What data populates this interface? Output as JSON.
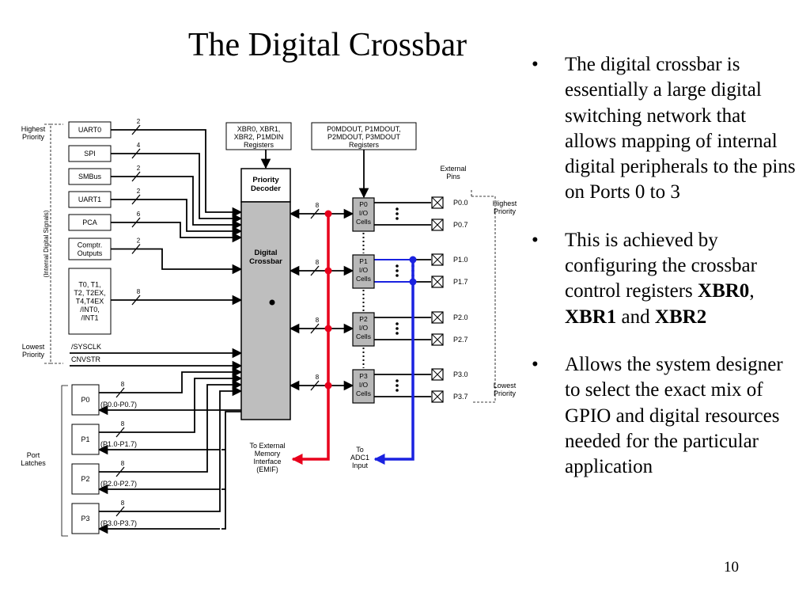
{
  "slide": {
    "title": "The Digital Crossbar",
    "page_number": "10",
    "bullets": [
      {
        "parts": [
          {
            "text": "The digital crossbar is essentially a large digital switching network that allows mapping of internal digital peripherals to the pins on Ports 0 to 3",
            "bold": false
          }
        ]
      },
      {
        "parts": [
          {
            "text": "This is achieved by configuring the crossbar control registers ",
            "bold": false
          },
          {
            "text": "XBR0",
            "bold": true
          },
          {
            "text": ", ",
            "bold": false
          },
          {
            "text": "XBR1",
            "bold": true
          },
          {
            "text": " and ",
            "bold": false
          },
          {
            "text": "XBR2",
            "bold": true
          }
        ]
      },
      {
        "parts": [
          {
            "text": "Allows the system designer to select the exact mix of GPIO and digital resources needed for the particular application",
            "bold": false
          }
        ]
      }
    ]
  },
  "diagram": {
    "highest_priority_left": [
      "Highest",
      "Priority"
    ],
    "lowest_priority_left": [
      "Lowest",
      "Priority"
    ],
    "internal_signals_label": "(Internal Digital Signals)",
    "peripherals": [
      {
        "label": [
          "UART0"
        ],
        "width": "2"
      },
      {
        "label": [
          "SPI"
        ],
        "width": "4"
      },
      {
        "label": [
          "SMBus"
        ],
        "width": "2"
      },
      {
        "label": [
          "UART1"
        ],
        "width": "2"
      },
      {
        "label": [
          "PCA"
        ],
        "width": "6"
      },
      {
        "label": [
          "Comptr.",
          "Outputs"
        ],
        "width": "2"
      },
      {
        "label": [
          "T0, T1,",
          "T2, T2EX,",
          "T4,T4EX",
          "/INT0,",
          "/INT1"
        ],
        "width": "8"
      }
    ],
    "sysclk": "/SYSCLK",
    "cnvstr": "CNVSTR",
    "xbr_box": [
      "XBR0, XBR1,",
      "XBR2, P1MDIN",
      "Registers"
    ],
    "pmdout_box": [
      "P0MDOUT, P1MDOUT,",
      "P2MDOUT, P3MDOUT",
      "Registers"
    ],
    "priority_decoder": [
      "Priority",
      "Decoder"
    ],
    "digital_crossbar": [
      "Digital",
      "Crossbar"
    ],
    "io_cells": [
      {
        "label": [
          "P0",
          "I/O",
          "Cells"
        ],
        "pins": [
          "P0.0",
          "P0.7"
        ]
      },
      {
        "label": [
          "P1",
          "I/O",
          "Cells"
        ],
        "pins": [
          "P1.0",
          "P1.7"
        ]
      },
      {
        "label": [
          "P2",
          "I/O",
          "Cells"
        ],
        "pins": [
          "P2.0",
          "P2.7"
        ]
      },
      {
        "label": [
          "P3",
          "I/O",
          "Cells"
        ],
        "pins": [
          "P3.0",
          "P3.7"
        ]
      }
    ],
    "bus_width": "8",
    "external_pins": [
      "External",
      "Pins"
    ],
    "highest_priority_right": [
      "Highest",
      "Priority"
    ],
    "lowest_priority_right": [
      "Lowest",
      "Priority"
    ],
    "port_latches_label": [
      "Port",
      "Latches"
    ],
    "latches": [
      {
        "label": "P0",
        "range": "(P0.0-P0.7)"
      },
      {
        "label": "P1",
        "range": "(P1.0-P1.7)"
      },
      {
        "label": "P2",
        "range": "(P2.0-P2.7)"
      },
      {
        "label": "P3",
        "range": "(P3.0-P3.7)"
      }
    ],
    "emif_label": [
      "To External",
      "Memory",
      "Interface",
      "(EMIF)"
    ],
    "adc_label": [
      "To",
      "ADC1",
      "Input"
    ],
    "colors": {
      "emif_bus": "#e8001c",
      "adc_bus": "#1a22e0",
      "crossbar_fill": "#bebebe",
      "io_fill": "#b8b8b8"
    }
  }
}
